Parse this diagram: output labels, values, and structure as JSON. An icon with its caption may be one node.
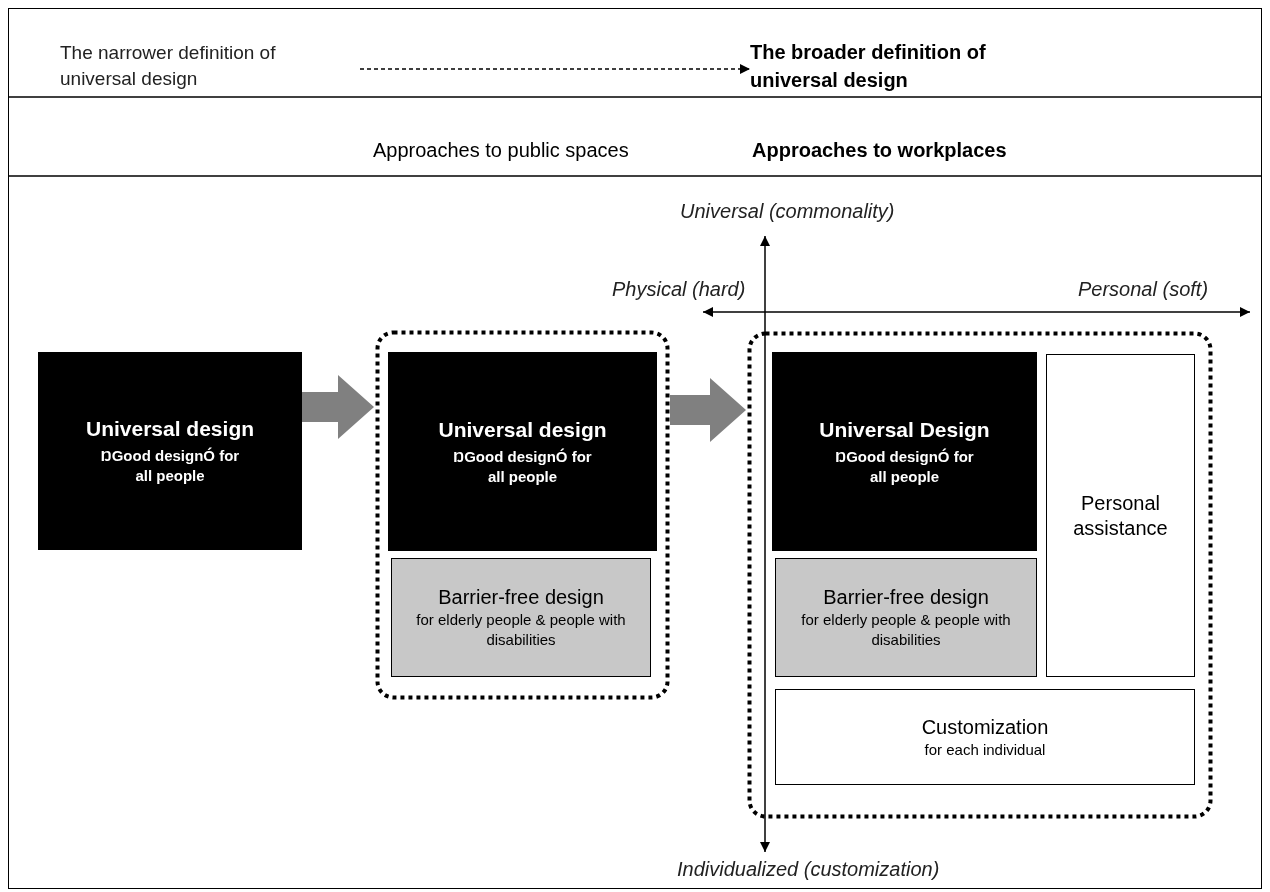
{
  "diagram": {
    "nodes": [
      {
        "text": [
          "The narrower definition of universal design"
        ]
      },
      {
        "text": [
          "The broader definition of universal design"
        ]
      },
      {
        "text": [
          "Universal design",
          "ŊGood designÓ for all people"
        ]
      },
      {
        "text": [],
        "shape": "box"
      },
      {
        "text": [
          "Universal design",
          "ŊGood designÓ for all people"
        ],
        "in": 3
      },
      {
        "text": [
          "Barrier-free design",
          "for elderly people & people with disabilities"
        ],
        "in": 3
      },
      {
        "text": [],
        "shape": "box"
      },
      {
        "text": [
          "Universal Design",
          "ŊGood designÓ for all people"
        ],
        "in": 6
      },
      {
        "text": [
          "Barrier-free design",
          "for elderly people & people with disabilities"
        ],
        "in": 6
      },
      {
        "text": [
          "Personal assistance"
        ],
        "in": 6
      },
      {
        "text": [
          "Customization",
          "for each individual"
        ],
        "in": 6
      }
    ],
    "edges": [
      {
        "from": 0,
        "to": 1,
        "arrow": "to",
        "style": "dashed",
        "color": "#000000"
      },
      {
        "from": 2,
        "to": 3,
        "arrow": "to"
      },
      {
        "from": 3,
        "to": 6,
        "arrow": "to"
      }
    ],
    "labels": [
      "Approaches to public spaces",
      "Approaches to workplaces",
      "Universal (commonality)",
      "Physical (hard)",
      "Personal (soft)",
      "Individualized (customization)"
    ]
  }
}
